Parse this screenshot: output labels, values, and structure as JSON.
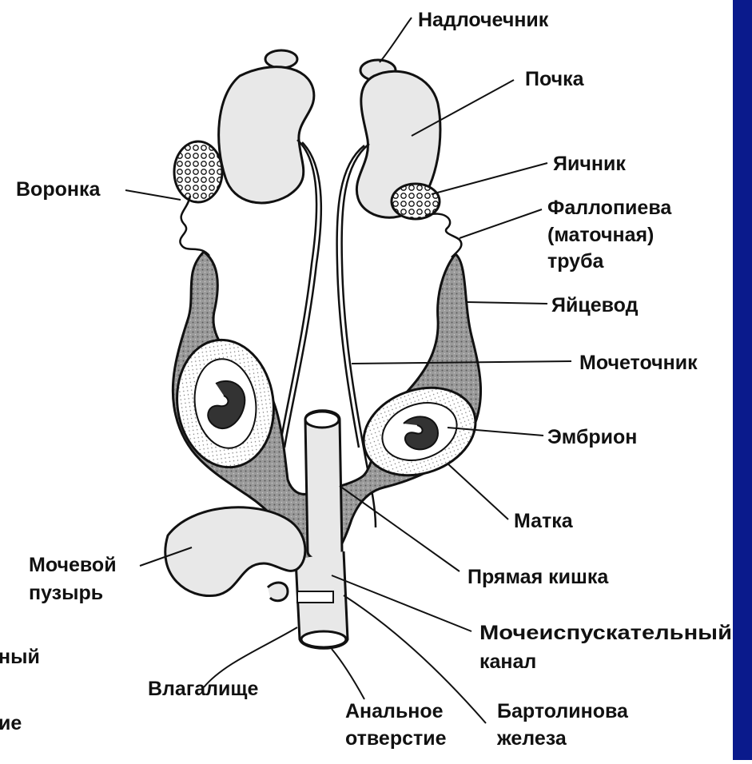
{
  "colors": {
    "background": "#ffffff",
    "ink": "#111111",
    "organ_light": "#e8e8e8",
    "organ_stippled": "#8f8f8f",
    "organ_dark": "#6e6e6e",
    "side_bar": "#0a1a8c"
  },
  "labels": {
    "adrenal": "Надлочечник",
    "kidney": "Почка",
    "ovary": "Яичник",
    "fallopian_1": "Фаллопиева",
    "fallopian_2": "(маточная)",
    "fallopian_3": "труба",
    "funnel": "Воронка",
    "oviduct": "Яйцевод",
    "ureter": "Мочеточник",
    "embryo": "Эмбрион",
    "uterus": "Матка",
    "rectum": "Прямая кишка",
    "bladder_1": "Мочевой",
    "bladder_2": "пузырь",
    "urethra_1": "Мочеиспускательный",
    "urethra_2": "канал",
    "vagina": "Влагалище",
    "anal_1": "Анальное",
    "anal_2": "отверстие",
    "bartholin_1": "Бартолинова",
    "bartholin_2": "железа",
    "cut_1": "ный",
    "cut_2": "ие"
  }
}
